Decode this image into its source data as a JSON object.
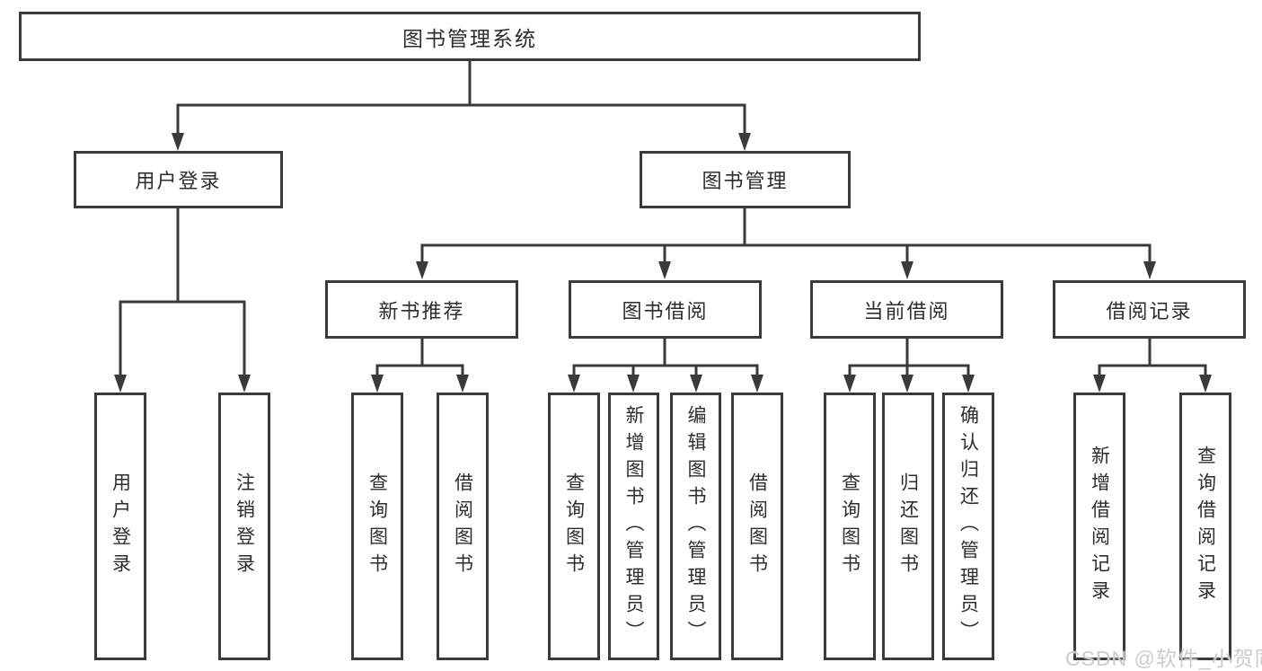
{
  "colors": {
    "line": "#3a3a3a",
    "box_border": "#3a3a3a",
    "text": "#2d2d2d",
    "background": "#ffffff",
    "watermark": "#c9c9c9"
  },
  "watermark": {
    "text": "CSDN @软件_小贺同学"
  },
  "diagram": {
    "root": {
      "label": "图书管理系统"
    },
    "branches": [
      {
        "label": "用户登录",
        "leaves": [
          "用户登录",
          "注销登录"
        ]
      },
      {
        "label": "图书管理",
        "groups": [
          {
            "label": "新书推荐",
            "leaves": [
              "查询图书",
              "借阅图书"
            ]
          },
          {
            "label": "图书借阅",
            "leaves": [
              "查询图书",
              "新增图书（管理员）",
              "编辑图书（管理员）",
              "借阅图书"
            ]
          },
          {
            "label": "当前借阅",
            "leaves": [
              "查询图书",
              "归还图书",
              "确认归还（管理员）"
            ]
          },
          {
            "label": "借阅记录",
            "leaves": [
              "新增借阅记录",
              "查询借阅记录"
            ]
          }
        ]
      }
    ]
  }
}
